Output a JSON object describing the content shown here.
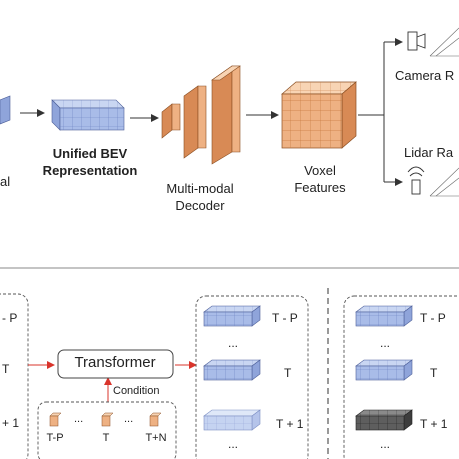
{
  "top": {
    "left_partial_label": "al",
    "bev_label_line1": "Unified BEV",
    "bev_label_line2": "Representation",
    "decoder_label_line1": "Multi-modal",
    "decoder_label_line2": "Decoder",
    "voxel_label_line1": "Voxel",
    "voxel_label_line2": "Features",
    "camera_label": "Camera R",
    "lidar_label": "Lidar Ra"
  },
  "bottom": {
    "left_panel": {
      "label_t_minus_p": "- P",
      "label_t": "T",
      "label_t_plus_1": "+ 1"
    },
    "transformer_label": "Transformer",
    "condition_label": "Condition",
    "condition_items": [
      "T-P",
      "T",
      "T+N"
    ],
    "ellipsis": "...",
    "middle_panel": {
      "label_t_minus_p": "T - P",
      "label_t": "T",
      "label_t_plus_1": "T + 1",
      "ellipsis": "..."
    },
    "right_panel": {
      "label_t_minus_p": "T - P",
      "label_t": "T",
      "label_t_plus_1": "T + 1",
      "ellipsis": "..."
    }
  },
  "colors": {
    "blue_top": "#c9d6f2",
    "blue_left": "#8fa4da",
    "blue_front": "#a9bce8",
    "orange_top": "#f8d4b4",
    "orange_left": "#d88a55",
    "orange_front": "#eeb183",
    "gray_top": "#8a8a8a",
    "gray_left": "#3d3d3d",
    "gray_front": "#5e5e5e",
    "red_arrow": "#d9342b"
  }
}
